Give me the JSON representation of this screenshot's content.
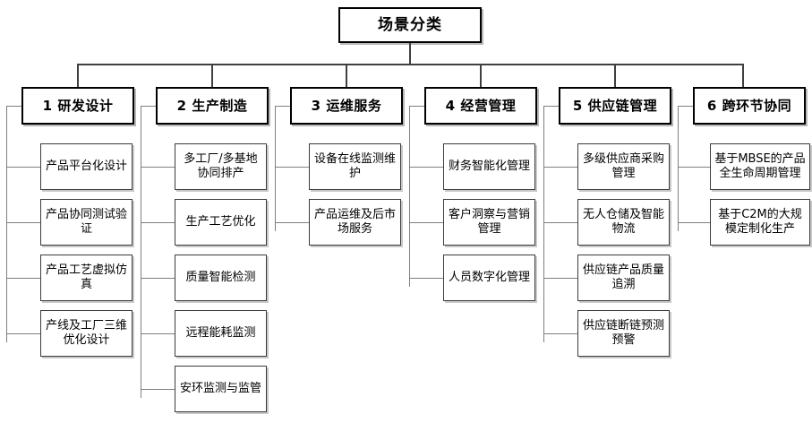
{
  "diagram": {
    "type": "organizational-tree",
    "root": {
      "label": "场景分类"
    },
    "colors": {
      "box_border": "#000000",
      "leaf_border": "#3b3b3b",
      "connector": "#7f7f7f",
      "background": "#ffffff",
      "text": "#000000"
    },
    "columns": [
      {
        "id": 1,
        "header": "1 研发设计",
        "children": [
          "产品平台化设计",
          "产品协同测试验证",
          "产品工艺虚拟仿真",
          "产线及工厂三维优化设计"
        ]
      },
      {
        "id": 2,
        "header": "2 生产制造",
        "children": [
          "多工厂/多基地协同排产",
          "生产工艺优化",
          "质量智能检测",
          "远程能耗监测",
          "安环监测与监管"
        ]
      },
      {
        "id": 3,
        "header": "3 运维服务",
        "children": [
          "设备在线监测维护",
          "产品运维及后市场服务"
        ]
      },
      {
        "id": 4,
        "header": "4 经营管理",
        "children": [
          "财务智能化管理",
          "客户洞察与营销管理",
          "人员数字化管理"
        ]
      },
      {
        "id": 5,
        "header": "5 供应链管理",
        "children": [
          "多级供应商采购管理",
          "无人仓储及智能物流",
          "供应链产品质量追溯",
          "供应链断链预测预警"
        ]
      },
      {
        "id": 6,
        "header": "6 跨环节协同",
        "children": [
          "基于MBSE的产品全生命周期管理",
          "基于C2M的大规模定制化生产"
        ]
      }
    ]
  }
}
